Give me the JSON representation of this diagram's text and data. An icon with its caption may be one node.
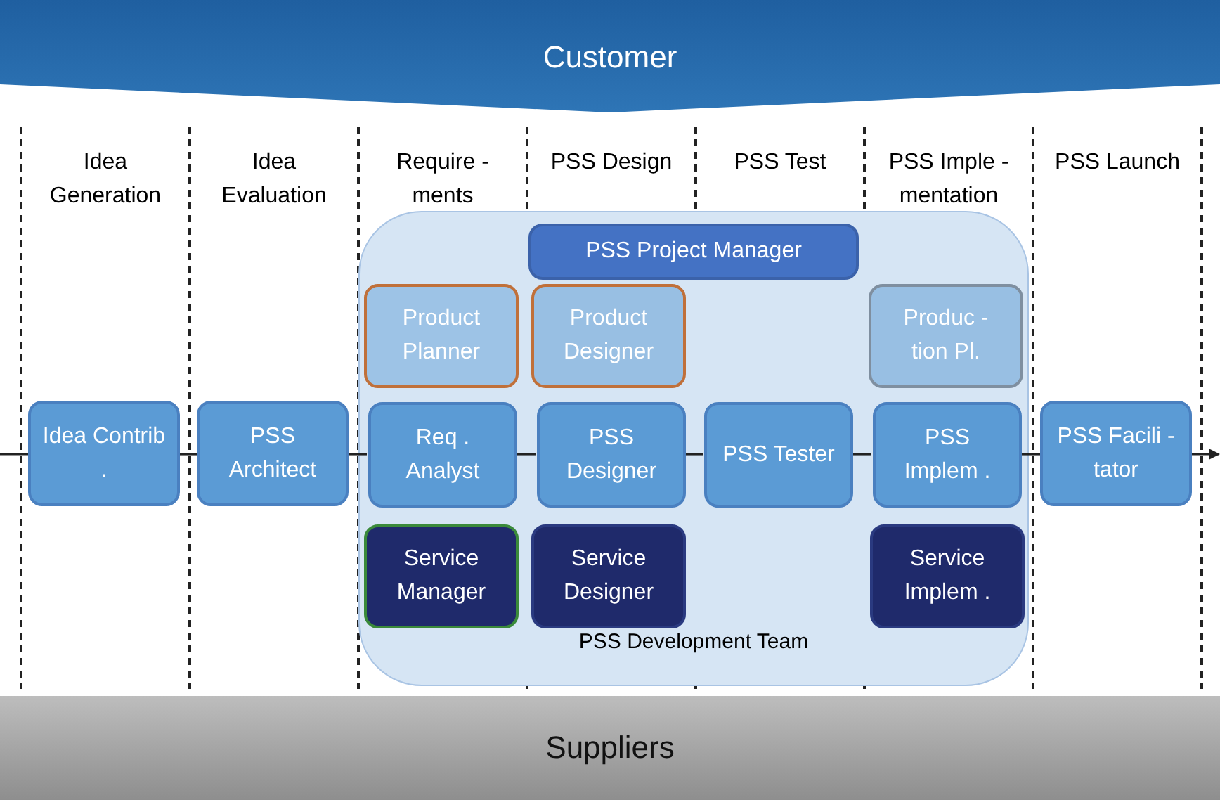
{
  "diagram": {
    "nodes": [
      {
        "text": [
          "Customer"
        ]
      },
      {
        "text": [
          "PSS Development Team"
        ]
      },
      {
        "text": [
          "PSS Project Manager"
        ],
        "in": 1
      },
      {
        "text": [
          "Product Planner"
        ],
        "in": 1
      },
      {
        "text": [
          "Product Designer"
        ],
        "in": 1
      },
      {
        "text": [
          "Produc - tion Pl."
        ],
        "in": 1
      },
      {
        "text": [
          "Idea Contrib ."
        ]
      },
      {
        "text": [
          "PSS Architect"
        ]
      },
      {
        "text": [
          "Req . Analyst"
        ],
        "in": 1
      },
      {
        "text": [
          "PSS Designer"
        ],
        "in": 1
      },
      {
        "text": [
          "PSS Tester"
        ],
        "in": 1
      },
      {
        "text": [
          "PSS Implem ."
        ],
        "in": 1
      },
      {
        "text": [
          "PSS Facili - tator"
        ]
      },
      {
        "text": [
          "Service Manager"
        ],
        "in": 1
      },
      {
        "text": [
          "Service Designer"
        ],
        "in": 1
      },
      {
        "text": [
          "Service Implem ."
        ],
        "in": 1
      },
      {
        "text": [
          "Suppliers"
        ]
      }
    ],
    "edges": [
      {
        "from": null,
        "to": 6,
        "arrow": "none"
      },
      {
        "from": 6,
        "to": 7,
        "arrow": "none"
      },
      {
        "from": 7,
        "to": 8,
        "arrow": "none"
      },
      {
        "from": 8,
        "to": 9,
        "arrow": "none"
      },
      {
        "from": 9,
        "to": 10,
        "arrow": "none"
      },
      {
        "from": 10,
        "to": 11,
        "arrow": "none"
      },
      {
        "from": 11,
        "to": 12,
        "arrow": "none"
      },
      {
        "from": 12,
        "to": null,
        "arrow": "to"
      }
    ],
    "labels": [
      "Idea Generation",
      "Idea Evaluation",
      "Require - ments",
      "PSS Design",
      "PSS Test",
      "PSS Imple - mentation",
      "PSS Launch"
    ]
  }
}
